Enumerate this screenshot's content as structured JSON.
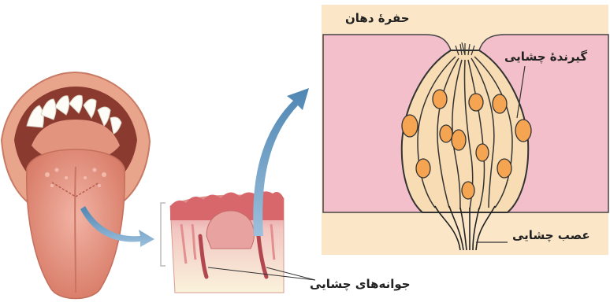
{
  "labels": {
    "oral_cavity": "حفرهٔ دهان",
    "taste_receptor": "گیرندهٔ چشایی",
    "taste_nerve": "عصب چشایی",
    "taste_buds": "جوانه‌های چشایی"
  },
  "colors": {
    "panel_background": "#fbe7c8",
    "tissue_pink": "#f3bfca",
    "cell_orange": "#f5a552",
    "arrow_blue": "#6f9fc4",
    "tongue_red": "#d57862"
  }
}
